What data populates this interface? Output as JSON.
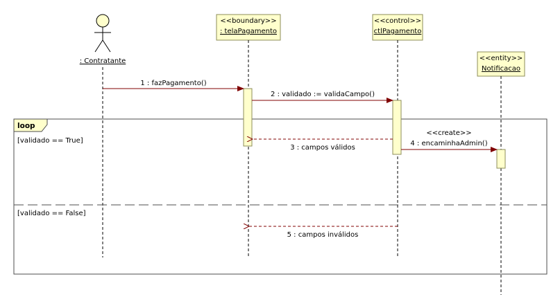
{
  "colors": {
    "background": "#ffffff",
    "box_fill": "#ffffcc",
    "box_stroke": "#8c8c5a",
    "line": "#000000",
    "arrow_line": "#800000",
    "arrow_head": "#800000",
    "frame_stroke": "#4d4d4d"
  },
  "actor": {
    "label": ": Contratante",
    "icon": "stick-figure-actor-icon"
  },
  "lifelines": [
    {
      "id": "tela",
      "stereotype": "<<boundary>>",
      "name": ": telaPagamento"
    },
    {
      "id": "ctl",
      "stereotype": "<<control>>",
      "name": "ctlPagamento"
    },
    {
      "id": "notif",
      "stereotype": "<<entity>>",
      "name": "Notificacao"
    }
  ],
  "fragment": {
    "operator": "loop",
    "guards": [
      "[validado == True]",
      "[validado == False]"
    ]
  },
  "messages": [
    {
      "label": "1 : fazPagamento()",
      "kind": "sync"
    },
    {
      "label": "2 : validado := validaCampo()",
      "kind": "sync"
    },
    {
      "label": "3 : campos válidos",
      "kind": "return"
    },
    {
      "label": "4 : encaminhaAdmin()",
      "kind": "create",
      "stereotype": "<<create>>"
    },
    {
      "label": "5 : campos inválidos",
      "kind": "return"
    }
  ]
}
